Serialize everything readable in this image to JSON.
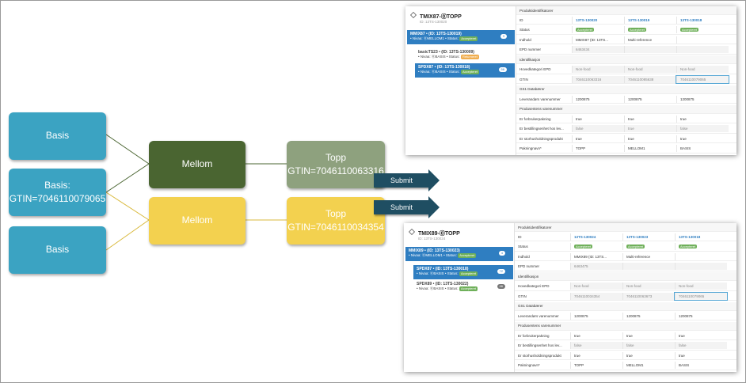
{
  "diagram": {
    "basis_top": "Basis",
    "basis_mid": "Basis:\nGTIN=7046110079065",
    "basis_bottom": "Basis",
    "mellom_top": "Mellom",
    "mellom_bottom": "Mellom",
    "topp_top": "Topp\nGTIN=7046110063316",
    "topp_bottom": "Topp\nGTIN=7046110034354",
    "submit_top": "Submit",
    "submit_bottom": "Submit",
    "colors": {
      "basis": "#3ba3c2",
      "mellom_dark": "#4a6531",
      "mellom_light": "#f3d14f",
      "topp_dark": "#8ea17e",
      "topp_light": "#f3d14f",
      "arrow": "#1f4e62"
    }
  },
  "screen1": {
    "title": "TMIX87-⓪TOPP",
    "id": "ID: 13TS-130020",
    "items": [
      {
        "name": "MMIX87 • (ID: 13TS-130019)",
        "meta": "• Nivaa: ⓪MELLOM1 • Status:",
        "badge": "Accepteret",
        "count": "3"
      },
      {
        "name": "basicTS23 • (ID: 13TS-130009)",
        "meta": "• Nivaa: ⓪BASIS • Status:",
        "badge": "Returneret",
        "count": ""
      },
      {
        "name": "SPDX87 • (ID: 13TS-130018)",
        "meta": "• Nivaa: ⓪BASIS • Status:",
        "badge": "Accepteret",
        "count": "56"
      }
    ],
    "section": "Produktidentifikatorer",
    "rows": [
      {
        "label": "ID",
        "vals": [
          "13TS-130020",
          "13TS-130019",
          "13TS-130018"
        ]
      },
      {
        "label": "Status",
        "vals": [
          "Accepteret",
          "Accepteret",
          "Accepteret"
        ]
      },
      {
        "label": "Indhold",
        "vals": [
          "MMIX87 (ID: 13TS...",
          "Multi-reference",
          ""
        ]
      },
      {
        "label": "EPD nummer",
        "vals": [
          "6463434",
          "",
          ""
        ]
      },
      {
        "label": "Identifikasjon",
        "vals": [
          "",
          "",
          ""
        ]
      },
      {
        "label": "Hovedkategori EPD",
        "vals": [
          "Non-food",
          "Non-food",
          "Non-food"
        ]
      },
      {
        "label": "GTIN",
        "vals": [
          "7046110063316",
          "7046110085638",
          "7046110079065"
        ]
      },
      {
        "label": "GS1 Databærer",
        "vals": [
          "",
          "",
          ""
        ]
      },
      {
        "label": "Leverandørs varenummer",
        "vals": [
          "1200875",
          "1200875",
          "1200875"
        ]
      },
      {
        "label": "Produsentens varenummer",
        "vals": [
          "",
          "",
          ""
        ]
      },
      {
        "label": "Er forbrukerpakning",
        "vals": [
          "true",
          "true",
          "true"
        ]
      },
      {
        "label": "Er bestillingsenhet hos lev...",
        "vals": [
          "false",
          "true",
          "false"
        ]
      },
      {
        "label": "Er storhusholdningsprodukt",
        "vals": [
          "true",
          "true",
          "true"
        ]
      },
      {
        "label": "Pakningnavn*",
        "vals": [
          "TOPP",
          "MELLOM1",
          "BASIS"
        ]
      }
    ]
  },
  "screen2": {
    "title": "TMIX89-⓪TOPP",
    "id": "ID: 13TS-130024",
    "items": [
      {
        "name": "MMIX89 • (ID: 13TS-130023)",
        "meta": "• Nivaa: ⓪MELLOM1 • Status:",
        "badge": "Accepteret",
        "count": "4"
      },
      {
        "name": "SPDX87 • (ID: 13TS-130018)",
        "meta": "• Nivaa: ⓪BASIS • Status:",
        "badge": "Accepteret",
        "count": "72"
      },
      {
        "name": "SPDX89 • (ID: 13TS-130022)",
        "meta": "• Nivaa: ⓪BASIS • Status:",
        "badge": "Accepteret",
        "count": "46"
      }
    ],
    "section": "Produktidentifikatorer",
    "rows": [
      {
        "label": "ID",
        "vals": [
          "13TS-130024",
          "13TS-130023",
          "13TS-130018"
        ]
      },
      {
        "label": "Status",
        "vals": [
          "Accepteret",
          "Accepteret",
          "Accepteret"
        ]
      },
      {
        "label": "Indhold",
        "vals": [
          "MMIX89 (ID: 13TS...",
          "Multi-reference",
          ""
        ]
      },
      {
        "label": "EPD nummer",
        "vals": [
          "6463475",
          "",
          ""
        ]
      },
      {
        "label": "Identifikasjon",
        "vals": [
          "",
          "",
          ""
        ]
      },
      {
        "label": "Hovedkategori EPD",
        "vals": [
          "Non-food",
          "Non-food",
          "Non-food"
        ]
      },
      {
        "label": "GTIN",
        "vals": [
          "7046110034354",
          "7046110063673",
          "7046110079065"
        ]
      },
      {
        "label": "GS1 Databærer",
        "vals": [
          "",
          "",
          ""
        ]
      },
      {
        "label": "Leverandørs varenummer",
        "vals": [
          "1200875",
          "1200875",
          "1200875"
        ]
      },
      {
        "label": "Produsentens varenummer",
        "vals": [
          "",
          "",
          ""
        ]
      },
      {
        "label": "Er forbrukerpakning",
        "vals": [
          "true",
          "true",
          "true"
        ]
      },
      {
        "label": "Er bestillingsenhet hos lev...",
        "vals": [
          "false",
          "false",
          "false"
        ]
      },
      {
        "label": "Er storhusholdningsprodukt",
        "vals": [
          "true",
          "true",
          "true"
        ]
      },
      {
        "label": "Pakningnavn*",
        "vals": [
          "TOPP",
          "MELLOM1",
          "BASIS"
        ]
      }
    ]
  }
}
